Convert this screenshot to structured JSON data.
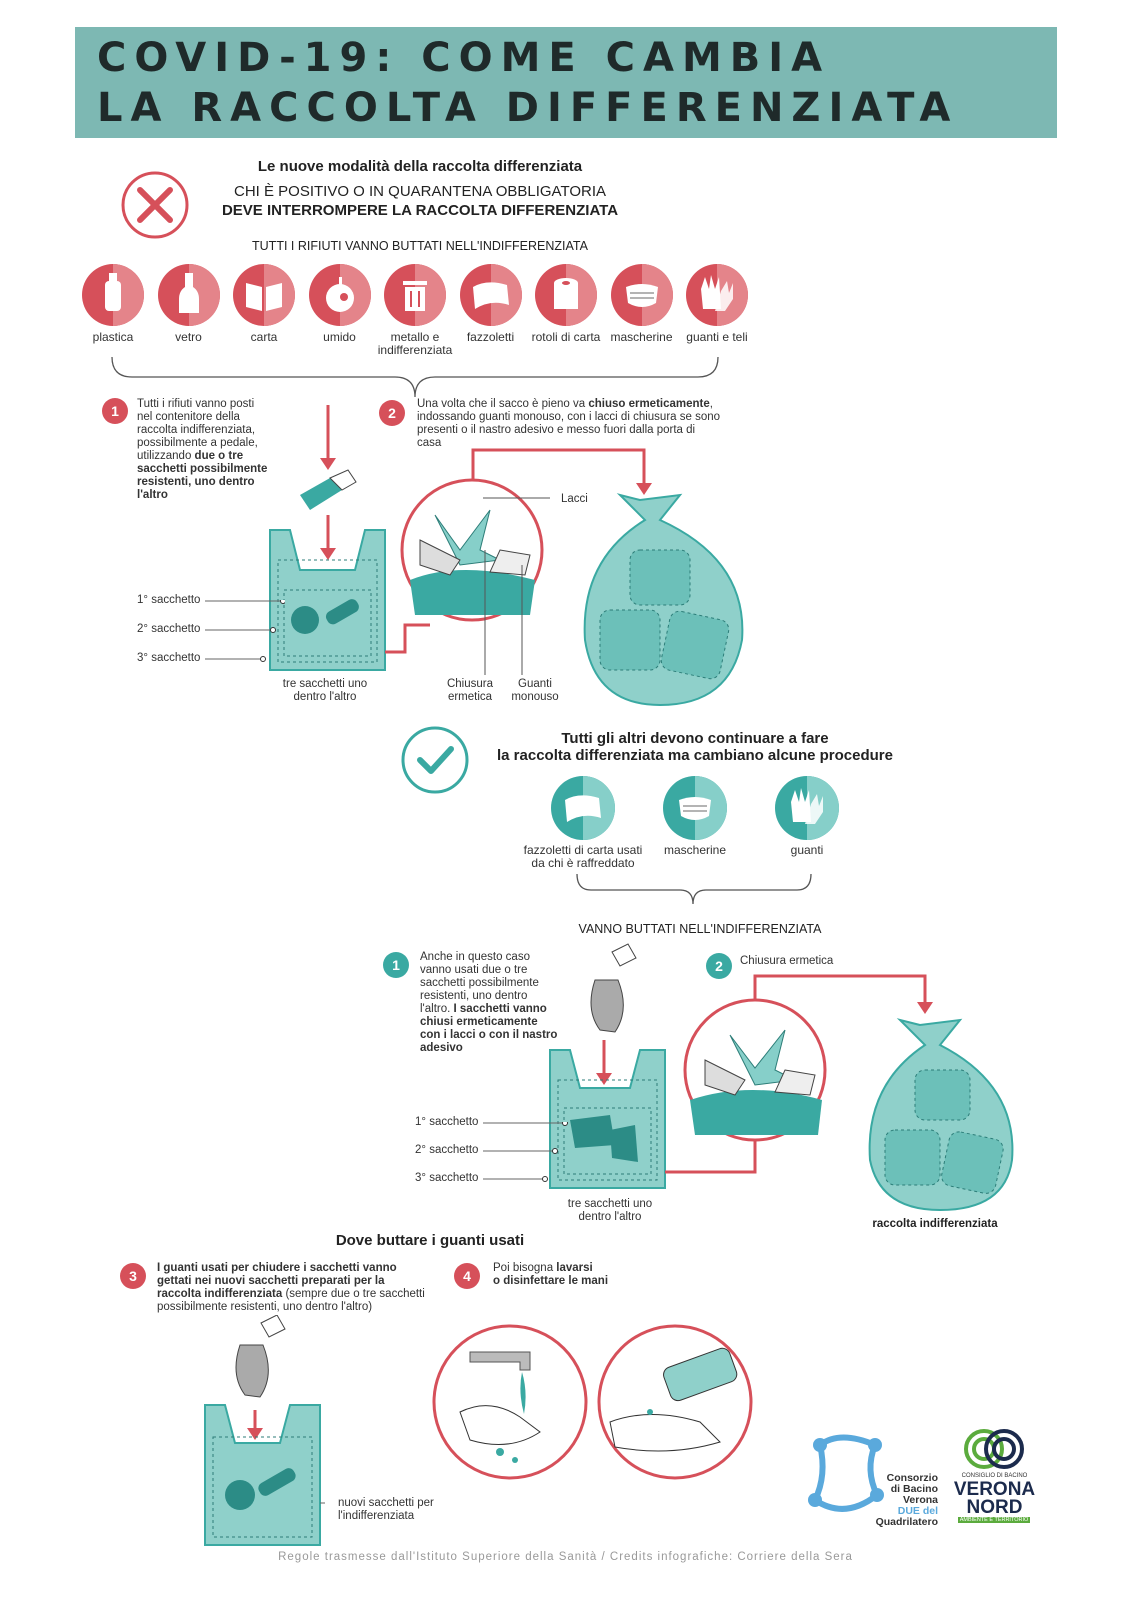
{
  "header": {
    "line1": "COVID-19: COME CAMBIA",
    "line2": "LA RACCOLTA DIFFERENZIATA"
  },
  "section_title": "Le nuove modalità della raccolta differenziata",
  "positive": {
    "line1": "CHI È POSITIVO O IN QUARANTENA OBBLIGATORIA",
    "line2": "DEVE INTERROMPERE LA RACCOLTA DIFFERENZIATA",
    "all_waste": "TUTTI I RIFIUTI VANNO BUTTATI NELL'INDIFFERENZIATA"
  },
  "waste_types": [
    {
      "label": "plastica",
      "icon": "plastic-bottle-icon"
    },
    {
      "label": "vetro",
      "icon": "glass-bottle-icon"
    },
    {
      "label": "carta",
      "icon": "paper-book-icon"
    },
    {
      "label": "umido",
      "icon": "organic-apple-icon"
    },
    {
      "label": "metallo e indifferenziata",
      "icon": "trash-bin-icon"
    },
    {
      "label": "fazzoletti",
      "icon": "tissue-icon"
    },
    {
      "label": "rotoli di carta",
      "icon": "paper-roll-icon"
    },
    {
      "label": "mascherine",
      "icon": "mask-icon"
    },
    {
      "label": "guanti e teli",
      "icon": "gloves-icon"
    }
  ],
  "step1_positive": {
    "num": "1",
    "text_a": "Tutti i rifiuti vanno posti nel contenitore della raccolta indifferenziata, possibilmente a pedale, utilizzando ",
    "text_b": "due o tre sacchetti possibilmente resistenti, uno dentro l'altro"
  },
  "step2_positive": {
    "num": "2",
    "text_a": "Una volta che il sacco è pieno va ",
    "text_b": "chiuso ermeticamente",
    "text_c": ", indossando guanti monouso, con i lacci di chiusura se sono presenti o il nastro adesivo e messo fuori dalla porta di casa"
  },
  "labels": {
    "sacchetto1": "1° sacchetto",
    "sacchetto2": "2° sacchetto",
    "sacchetto3": "3° sacchetto",
    "three_bags": "tre sacchetti uno dentro l'altro",
    "lacci": "Lacci",
    "chiusura": "Chiusura ermetica",
    "guanti_monouso": "Guanti monouso"
  },
  "others": {
    "line1": "Tutti gli altri devono continuare a fare",
    "line2": "la raccolta differenziata ma cambiano alcune procedure"
  },
  "others_items": [
    {
      "label": "fazzoletti di carta usati da chi è raffreddato",
      "icon": "tissue-icon"
    },
    {
      "label": "mascherine",
      "icon": "mask-icon"
    },
    {
      "label": "guanti",
      "icon": "gloves-icon"
    }
  ],
  "to_indiff": "VANNO BUTTATI NELL'INDIFFERENZIATA",
  "step1_others": {
    "num": "1",
    "text_a": "Anche in questo caso vanno usati due o tre sacchetti possibilmente resistenti, uno dentro l'altro. ",
    "text_b": "I sacchetti vanno chiusi ermeticamente con i lacci o con il nastro adesivo"
  },
  "step2_others": {
    "num": "2",
    "text": "Chiusura ermetica"
  },
  "raccolta": "raccolta indifferenziata",
  "gloves_title": "Dove buttare i guanti usati",
  "step3": {
    "num": "3",
    "text_a": "I guanti usati per chiudere i sacchetti vanno gettati nei nuovi sacchetti preparati per la raccolta indifferenziata",
    "text_b": " (sempre due o tre sacchetti possibilmente resistenti, uno dentro l'altro)"
  },
  "step4": {
    "num": "4",
    "text_a": "Poi bisogna ",
    "text_b": "lavarsi",
    "text_c": "o disinfettare le mani"
  },
  "new_bags": "nuovi sacchetti per l'indifferenziata",
  "logos": {
    "consorzio": [
      "Consorzio",
      "di Bacino",
      "Verona",
      "DUE del",
      "Quadrilatero"
    ],
    "vn_small": "CONSIGLIO DI BACINO",
    "vn_big1": "VERONA",
    "vn_big2": "NORD",
    "vn_tag": "AMBIENTE E TERRITORIO"
  },
  "footer": "Regole trasmesse dall'Istituto Superiore della Sanità / Credits infografiche: Corriere della Sera",
  "colors": {
    "banner": "#7db8b3",
    "red": "#d6505a",
    "teal": "#3aa9a2"
  }
}
